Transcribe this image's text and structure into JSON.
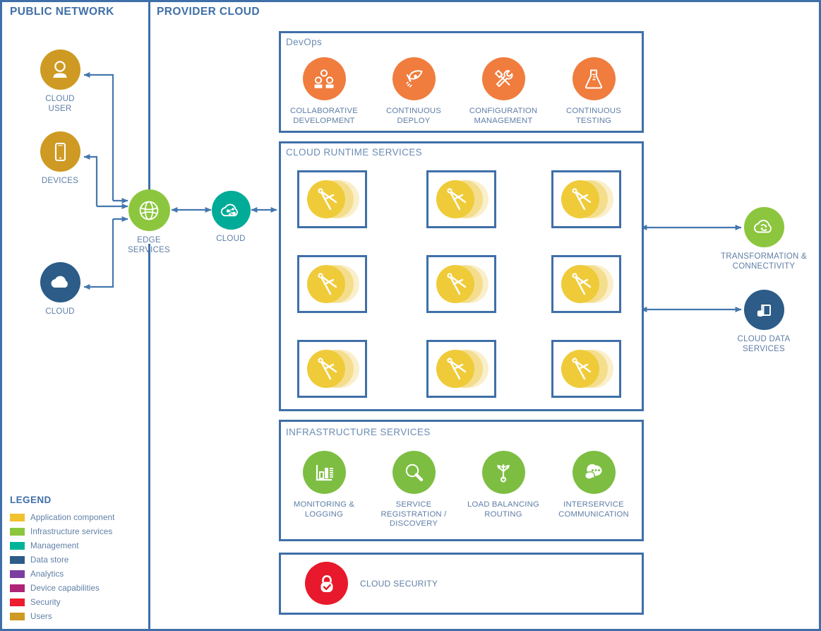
{
  "zones": {
    "public_network": "PUBLIC NETWORK",
    "provider_cloud": "PROVIDER CLOUD"
  },
  "colors": {
    "frame_blue": "#3F6FA8",
    "caption_blue": "#5F7EA6",
    "devops_orange": "#F07C3E",
    "infra_green": "#7DBE42",
    "runtime_yellow": "#EFCB3A",
    "management_teal": "#00AB97",
    "datastore_navy": "#2C5C87",
    "security_red": "#E8192C",
    "users_gold": "#CE9A23",
    "arrow_blue": "#4477AE",
    "arrow_yellow": "#E8B52E"
  },
  "public_nodes": [
    {
      "id": "cloud-user",
      "label": "CLOUD\nUSER",
      "icon": "user-icon",
      "color": "#CE9A23"
    },
    {
      "id": "devices",
      "label": "DEVICES",
      "icon": "mobile-device-icon",
      "color": "#CE9A23"
    },
    {
      "id": "cloud",
      "label": "CLOUD",
      "icon": "cloud-icon",
      "color": "#2C5C87"
    }
  ],
  "gateway_nodes": [
    {
      "id": "edge-services",
      "label": "EDGE\nSERVICES",
      "icon": "globe-network-icon",
      "color": "#8CC63E"
    },
    {
      "id": "cloud",
      "label": "CLOUD",
      "icon": "cloud-nodes-icon",
      "color": "#00AB97"
    }
  ],
  "right_nodes": [
    {
      "id": "transformation-connectivity",
      "label": "TRANSFORMATION &\nCONNECTIVITY",
      "icon": "cloud-sync-icon",
      "color": "#8CC63E"
    },
    {
      "id": "cloud-data-services",
      "label": "CLOUD DATA\nSERVICES",
      "icon": "book-database-icon",
      "color": "#2C5C87"
    }
  ],
  "devops": {
    "title": "DevOps",
    "items": [
      {
        "label": "COLLABORATIVE\nDEVELOPMENT",
        "icon": "team-group-icon"
      },
      {
        "label": "CONTINUOUS\nDEPLOY",
        "icon": "rocket-icon"
      },
      {
        "label": "CONFIGURATION\nMANAGEMENT",
        "icon": "hammer-wrench-icon"
      },
      {
        "label": "CONTINUOUS\nTESTING",
        "icon": "flask-icon"
      }
    ]
  },
  "runtime": {
    "title": "CLOUD RUNTIME SERVICES",
    "grid": {
      "rows": 3,
      "cols": 3
    },
    "node_icon": "compass-divider-icon",
    "node_count": 9
  },
  "infrastructure": {
    "title": "INFRASTRUCTURE SERVICES",
    "items": [
      {
        "label": "MONITORING &\nLOGGING",
        "icon": "bar-chart-icon"
      },
      {
        "label": "SERVICE\nREGISTRATION /\nDISCOVERY",
        "icon": "magnifier-icon"
      },
      {
        "label": "LOAD BALANCING\nROUTING",
        "icon": "routing-arrows-icon"
      },
      {
        "label": "INTERSERVICE\nCOMMUNICATION",
        "icon": "chat-bubbles-icon"
      }
    ]
  },
  "security": {
    "label": "CLOUD SECURITY",
    "icon": "padlock-check-icon",
    "color": "#E8192C"
  },
  "legend": {
    "title": "LEGEND",
    "items": [
      {
        "label": "Application component",
        "color": "#EFC22E"
      },
      {
        "label": "Infrastructure services",
        "color": "#8CC63E"
      },
      {
        "label": "Management",
        "color": "#00B49A"
      },
      {
        "label": "Data store",
        "color": "#2C5C87"
      },
      {
        "label": "Analytics",
        "color": "#7B3FA0"
      },
      {
        "label": "Device capabilities",
        "color": "#AE2476"
      },
      {
        "label": "Security",
        "color": "#ED1C2E"
      },
      {
        "label": "Users",
        "color": "#CE9A23"
      }
    ]
  }
}
